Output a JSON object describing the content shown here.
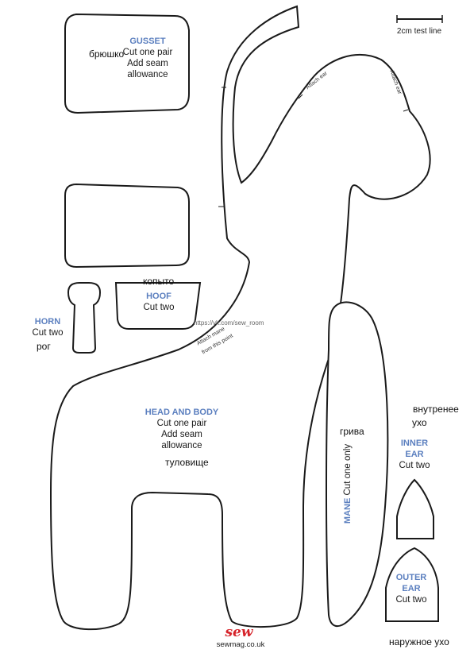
{
  "test_line": {
    "label": "2cm test line"
  },
  "gusset": {
    "title": "GUSSET",
    "ru": "брюшко",
    "line1": "Cut one pair",
    "line2": "Add seam",
    "line3": "allowance"
  },
  "hoof": {
    "ru": "копыто",
    "title": "HOOF",
    "cut": "Cut two"
  },
  "horn": {
    "title": "HORN",
    "cut": "Cut two",
    "ru": "рог"
  },
  "head_body": {
    "title": "HEAD AND BODY",
    "line1": "Cut one pair",
    "line2": "Add seam",
    "line3": "allowance",
    "ru": "туловище"
  },
  "mane": {
    "title": "MANE",
    "cut": "Cut one only",
    "ru": "грива"
  },
  "inner_ear": {
    "ru1": "внутренее",
    "ru2": "ухо",
    "title1": "INNER",
    "title2": "EAR",
    "cut": "Cut two"
  },
  "outer_ear": {
    "title1": "OUTER",
    "title2": "EAR",
    "cut": "Cut two",
    "ru": "наружное ухо"
  },
  "annotations": {
    "attach_ear_1": "Attach ear",
    "attach_ear_2": "Attach ear",
    "attach_mane_1": "Attach mane",
    "attach_mane_2": "from this point",
    "watermark": "https://vk.com/sew_room"
  },
  "brand": {
    "logo": "sew",
    "site": "sewmag.co.uk"
  },
  "colors": {
    "title_blue": "#5b7fbf",
    "logo_red": "#d6232a",
    "outline": "#1a1a1a"
  }
}
